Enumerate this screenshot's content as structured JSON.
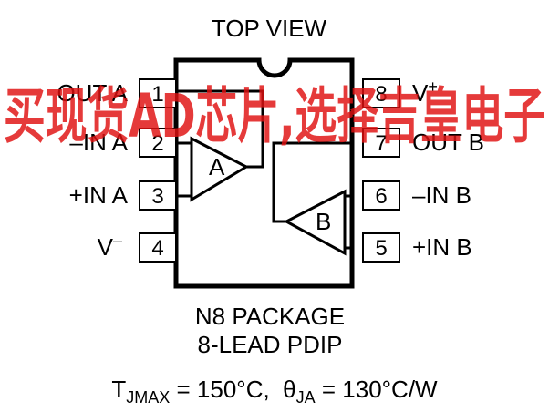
{
  "title": "TOP VIEW",
  "watermark": "买现货AD芯片,选择吉皇电子",
  "pins_left": [
    {
      "num": "1",
      "label": "OUT A"
    },
    {
      "num": "2",
      "label": "–IN A"
    },
    {
      "num": "3",
      "label": "+IN A"
    },
    {
      "num": "4",
      "label": "V",
      "sup": "–"
    }
  ],
  "pins_right": [
    {
      "num": "8",
      "label": "V",
      "sup": "+"
    },
    {
      "num": "7",
      "label": "OUT B"
    },
    {
      "num": "6",
      "label": "–IN B"
    },
    {
      "num": "5",
      "label": "+IN B"
    }
  ],
  "amp_a": "A",
  "amp_b": "B",
  "package_line1": "N8 PACKAGE",
  "package_line2": "8-LEAD PDIP",
  "thermal": {
    "t_sym": "T",
    "t_sub": "JMAX",
    "t_val": " = 150°C,  ",
    "theta_sym": "θ",
    "theta_sub": "JA",
    "theta_val": " = 130°C/W"
  }
}
